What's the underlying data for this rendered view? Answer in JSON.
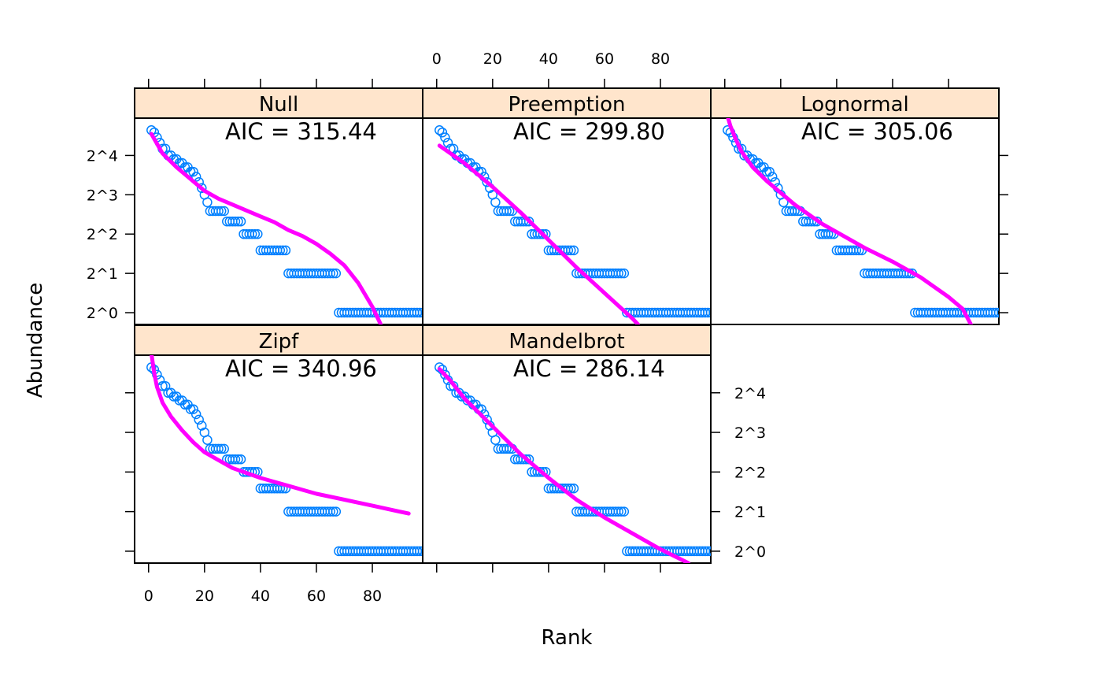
{
  "chart_data": {
    "type": "scatter",
    "xlabel": "Rank",
    "ylabel": "Abundance",
    "x_ticks": [
      0,
      20,
      40,
      60,
      80
    ],
    "y_tick_labels": [
      "2^0",
      "2^1",
      "2^2",
      "2^3",
      "2^4"
    ],
    "y_scale": "log2",
    "xlim": [
      -5,
      98
    ],
    "ylim_log2": [
      -0.3,
      4.95
    ],
    "colors": {
      "points": "#0080ff",
      "fit": "#ff00ff",
      "strip": "#ffe5cc"
    },
    "observed_runs": [
      {
        "value": 25,
        "count": 1
      },
      {
        "value": 24,
        "count": 1
      },
      {
        "value": 22,
        "count": 1
      },
      {
        "value": 20,
        "count": 1
      },
      {
        "value": 18,
        "count": 2
      },
      {
        "value": 16,
        "count": 2
      },
      {
        "value": 15,
        "count": 2
      },
      {
        "value": 14,
        "count": 2
      },
      {
        "value": 13,
        "count": 2
      },
      {
        "value": 12,
        "count": 2
      },
      {
        "value": 11,
        "count": 1
      },
      {
        "value": 10,
        "count": 1
      },
      {
        "value": 9,
        "count": 1
      },
      {
        "value": 8,
        "count": 1
      },
      {
        "value": 7,
        "count": 1
      },
      {
        "value": 6,
        "count": 6
      },
      {
        "value": 5,
        "count": 6
      },
      {
        "value": 4,
        "count": 6
      },
      {
        "value": 3,
        "count": 10
      },
      {
        "value": 2,
        "count": 18
      },
      {
        "value": 1,
        "count": 32
      }
    ],
    "panels": [
      {
        "name": "Null",
        "aic": "AIC = 315.44",
        "fit": [
          [
            1,
            4.55
          ],
          [
            5,
            4.05
          ],
          [
            10,
            3.7
          ],
          [
            15,
            3.4
          ],
          [
            20,
            3.1
          ],
          [
            25,
            2.9
          ],
          [
            30,
            2.75
          ],
          [
            35,
            2.6
          ],
          [
            40,
            2.45
          ],
          [
            45,
            2.3
          ],
          [
            50,
            2.1
          ],
          [
            55,
            1.95
          ],
          [
            60,
            1.75
          ],
          [
            65,
            1.5
          ],
          [
            70,
            1.2
          ],
          [
            75,
            0.75
          ],
          [
            80,
            0.15
          ],
          [
            83,
            -0.3
          ]
        ]
      },
      {
        "name": "Preemption",
        "aic": "AIC = 299.80",
        "fit": [
          [
            1,
            4.25
          ],
          [
            10,
            3.8
          ],
          [
            20,
            3.2
          ],
          [
            30,
            2.55
          ],
          [
            40,
            1.85
          ],
          [
            50,
            1.15
          ],
          [
            60,
            0.5
          ],
          [
            70,
            -0.15
          ],
          [
            72,
            -0.3
          ]
        ]
      },
      {
        "name": "Lognormal",
        "aic": "AIC = 305.06",
        "fit": [
          [
            1,
            5.0
          ],
          [
            2,
            4.75
          ],
          [
            4,
            4.4
          ],
          [
            6,
            4.1
          ],
          [
            10,
            3.7
          ],
          [
            15,
            3.35
          ],
          [
            20,
            3.05
          ],
          [
            25,
            2.75
          ],
          [
            30,
            2.5
          ],
          [
            35,
            2.25
          ],
          [
            40,
            2.05
          ],
          [
            50,
            1.65
          ],
          [
            60,
            1.3
          ],
          [
            70,
            0.9
          ],
          [
            80,
            0.4
          ],
          [
            85,
            0.1
          ],
          [
            88,
            -0.3
          ]
        ]
      },
      {
        "name": "Zipf",
        "aic": "AIC = 340.96",
        "fit": [
          [
            1,
            5.0
          ],
          [
            2,
            4.5
          ],
          [
            3,
            4.15
          ],
          [
            5,
            3.75
          ],
          [
            8,
            3.4
          ],
          [
            12,
            3.05
          ],
          [
            16,
            2.75
          ],
          [
            20,
            2.5
          ],
          [
            25,
            2.3
          ],
          [
            30,
            2.1
          ],
          [
            40,
            1.85
          ],
          [
            50,
            1.65
          ],
          [
            60,
            1.45
          ],
          [
            70,
            1.3
          ],
          [
            80,
            1.15
          ],
          [
            93,
            0.95
          ]
        ]
      },
      {
        "name": "Mandelbrot",
        "aic": "AIC = 286.14",
        "fit": [
          [
            1,
            4.6
          ],
          [
            5,
            4.3
          ],
          [
            10,
            3.85
          ],
          [
            15,
            3.5
          ],
          [
            20,
            3.15
          ],
          [
            30,
            2.45
          ],
          [
            40,
            1.85
          ],
          [
            50,
            1.3
          ],
          [
            60,
            0.85
          ],
          [
            70,
            0.45
          ],
          [
            80,
            0.05
          ],
          [
            90,
            -0.3
          ]
        ]
      }
    ]
  }
}
